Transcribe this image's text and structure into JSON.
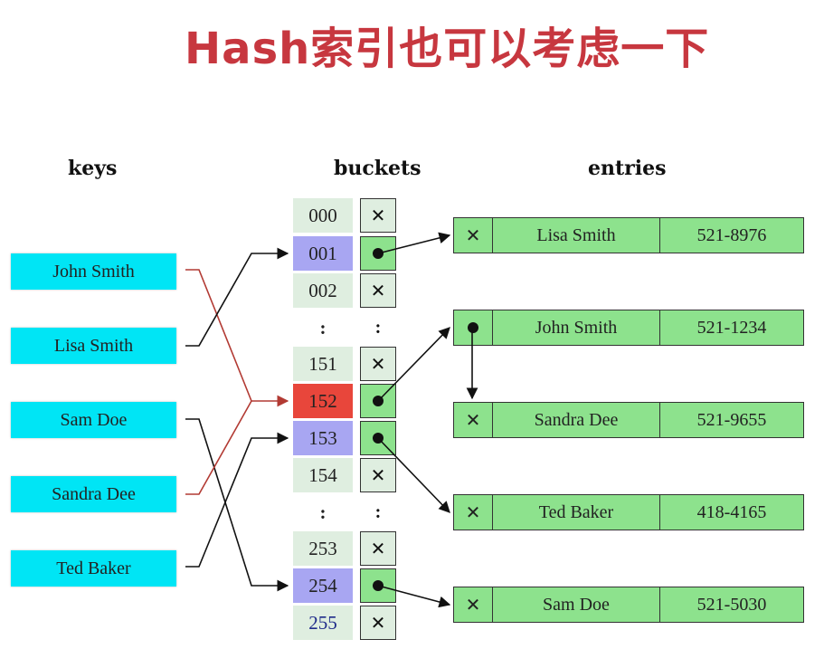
{
  "title": "Hash索引也可以考虑一下",
  "headers": {
    "keys": "keys",
    "buckets": "buckets",
    "entries": "entries"
  },
  "symbols": {
    "null": "✕",
    "ellipsis": ":"
  },
  "keys": [
    "John Smith",
    "Lisa Smith",
    "Sam Doe",
    "Sandra Dee",
    "Ted Baker"
  ],
  "buckets": [
    {
      "label": "000",
      "pointer": false,
      "state": "plain"
    },
    {
      "label": "001",
      "pointer": true,
      "state": "selected"
    },
    {
      "label": "002",
      "pointer": false,
      "state": "plain"
    },
    {
      "label": ":",
      "pointer": null,
      "state": "gap"
    },
    {
      "label": "151",
      "pointer": false,
      "state": "plain"
    },
    {
      "label": "152",
      "pointer": true,
      "state": "collision"
    },
    {
      "label": "153",
      "pointer": true,
      "state": "selected"
    },
    {
      "label": "154",
      "pointer": false,
      "state": "plain"
    },
    {
      "label": ":",
      "pointer": null,
      "state": "gap"
    },
    {
      "label": "253",
      "pointer": false,
      "state": "plain"
    },
    {
      "label": "254",
      "pointer": true,
      "state": "selected"
    },
    {
      "label": "255",
      "pointer": false,
      "state": "plain"
    }
  ],
  "entries": [
    {
      "name": "Lisa Smith",
      "phone": "521-8976",
      "next": false
    },
    {
      "name": "John Smith",
      "phone": "521-1234",
      "next": true
    },
    {
      "name": "Sandra Dee",
      "phone": "521-9655",
      "next": false
    },
    {
      "name": "Ted Baker",
      "phone": "418-4165",
      "next": false
    },
    {
      "name": "Sam Doe",
      "phone": "521-5030",
      "next": false
    }
  ],
  "colors": {
    "title": "#c7373f",
    "key_fill": "#00e5f5",
    "bucket_plain": "#dfeee0",
    "bucket_selected": "#a8a6f2",
    "bucket_collision": "#e8463b",
    "entry_fill": "#8de28d",
    "collision_arrow": "#b23a33"
  }
}
